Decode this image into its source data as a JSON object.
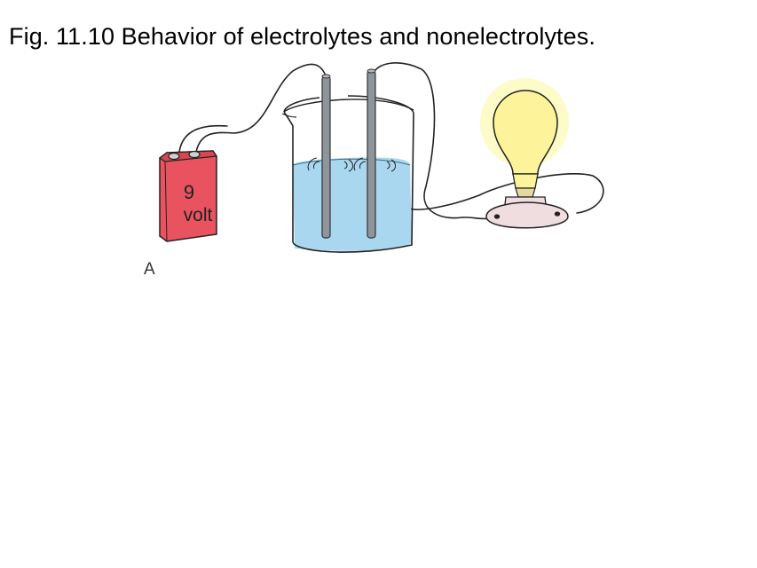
{
  "figure": {
    "title": "Fig. 11.10  Behavior of electrolytes and nonelectrolytes.",
    "panel_label": "A"
  },
  "battery": {
    "voltage_line1": "9",
    "voltage_line2": "volt",
    "color": "#e8535f"
  },
  "solution": {
    "color": "#aad7f0"
  },
  "bulb": {
    "state": "lit",
    "glow_color": "#fdfbc8",
    "bulb_color": "#fcf39a"
  },
  "base": {
    "color": "#f0dde0"
  }
}
